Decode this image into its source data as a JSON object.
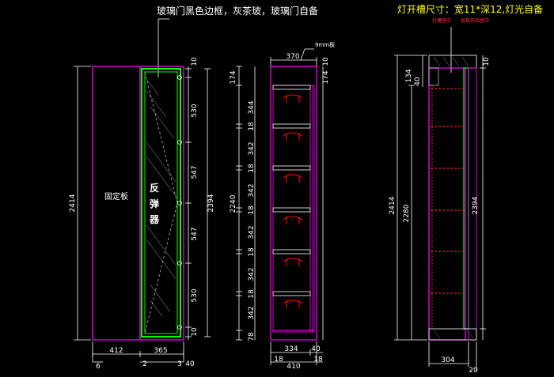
{
  "notes": {
    "glass_door": "玻璃门黑色边框，灰茶玻，玻璃门自备",
    "light_slot": "灯开槽尺寸：宽11*深12,灯光自备",
    "sub_left": "灯槽居中",
    "sub_right": "层板前后居中"
  },
  "labels": {
    "fixed_panel": "固定板",
    "rebounder": "反弹器",
    "board_9mm": "9mm板"
  },
  "front_view": {
    "overall_height": "2414",
    "door_heights": [
      "10",
      "530",
      "547",
      "547",
      "530",
      "10"
    ],
    "door_total": "2394",
    "bottom_widths": [
      "412",
      "365"
    ],
    "bottom_small": [
      "6",
      "2",
      "3",
      "40"
    ]
  },
  "section_view": {
    "top_width": "370",
    "left_dims": [
      "174",
      "344",
      "18",
      "342",
      "18",
      "342",
      "18",
      "342",
      "18",
      "342",
      "18",
      "342",
      "78"
    ],
    "left_total": "2240",
    "right_top": "10",
    "right_first": "174",
    "bottom_widths": [
      "334",
      "40"
    ],
    "bottom_small": [
      "18",
      "18"
    ],
    "bottom_total": "410"
  },
  "side_view": {
    "left_total": "2414",
    "inner_total": "2280",
    "top_dims": [
      "134",
      "40"
    ],
    "right_total": "2394",
    "right_top": "10",
    "bottom_width": "304",
    "bottom_small": "20"
  },
  "colors": {
    "background": "#000000",
    "outline": "#ff00ff",
    "door_frame": "#00ff00",
    "dimension": "#ffffff",
    "shelf": "#ff0000",
    "note_title": "#ffff00",
    "note_sub": "#ff3333"
  }
}
